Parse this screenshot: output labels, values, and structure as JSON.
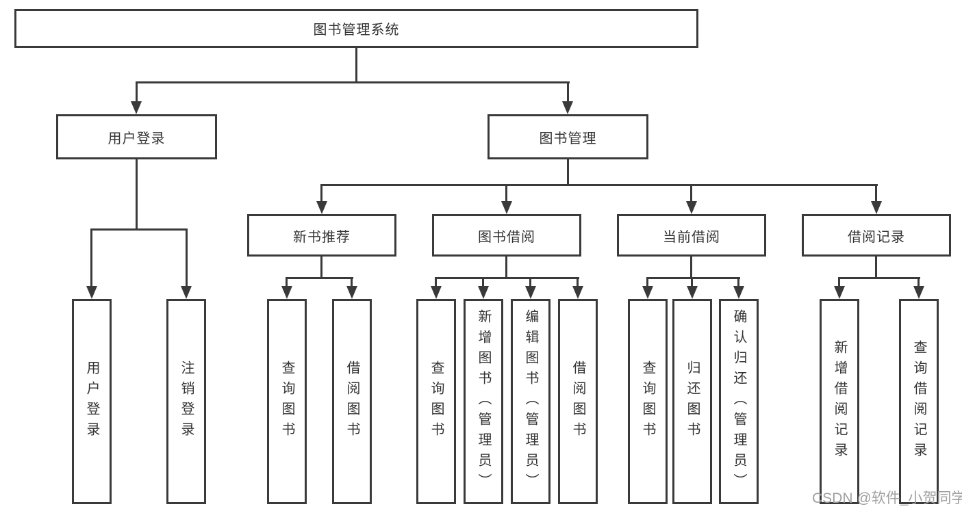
{
  "colors": {
    "line": "#3a3a3a",
    "text": "#333333",
    "background": "#ffffff",
    "watermark": "#a0a0a0"
  },
  "watermark": "CSDN @软件_小贺同学",
  "tree": {
    "root": {
      "label": "图书管理系统"
    },
    "branches": [
      {
        "label": "用户登录",
        "children": [
          {
            "label": "用户登录"
          },
          {
            "label": "注销登录"
          }
        ]
      },
      {
        "label": "图书管理",
        "children": [
          {
            "label": "新书推荐",
            "children": [
              {
                "label": "查询图书"
              },
              {
                "label": "借阅图书"
              }
            ]
          },
          {
            "label": "图书借阅",
            "children": [
              {
                "label": "查询图书"
              },
              {
                "label": "新增图书（管理员）"
              },
              {
                "label": "编辑图书（管理员）"
              },
              {
                "label": "借阅图书"
              }
            ]
          },
          {
            "label": "当前借阅",
            "children": [
              {
                "label": "查询图书"
              },
              {
                "label": "归还图书"
              },
              {
                "label": "确认归还（管理员）"
              }
            ]
          },
          {
            "label": "借阅记录",
            "children": [
              {
                "label": "新增借阅记录"
              },
              {
                "label": "查询借阅记录"
              }
            ]
          }
        ]
      }
    ]
  }
}
